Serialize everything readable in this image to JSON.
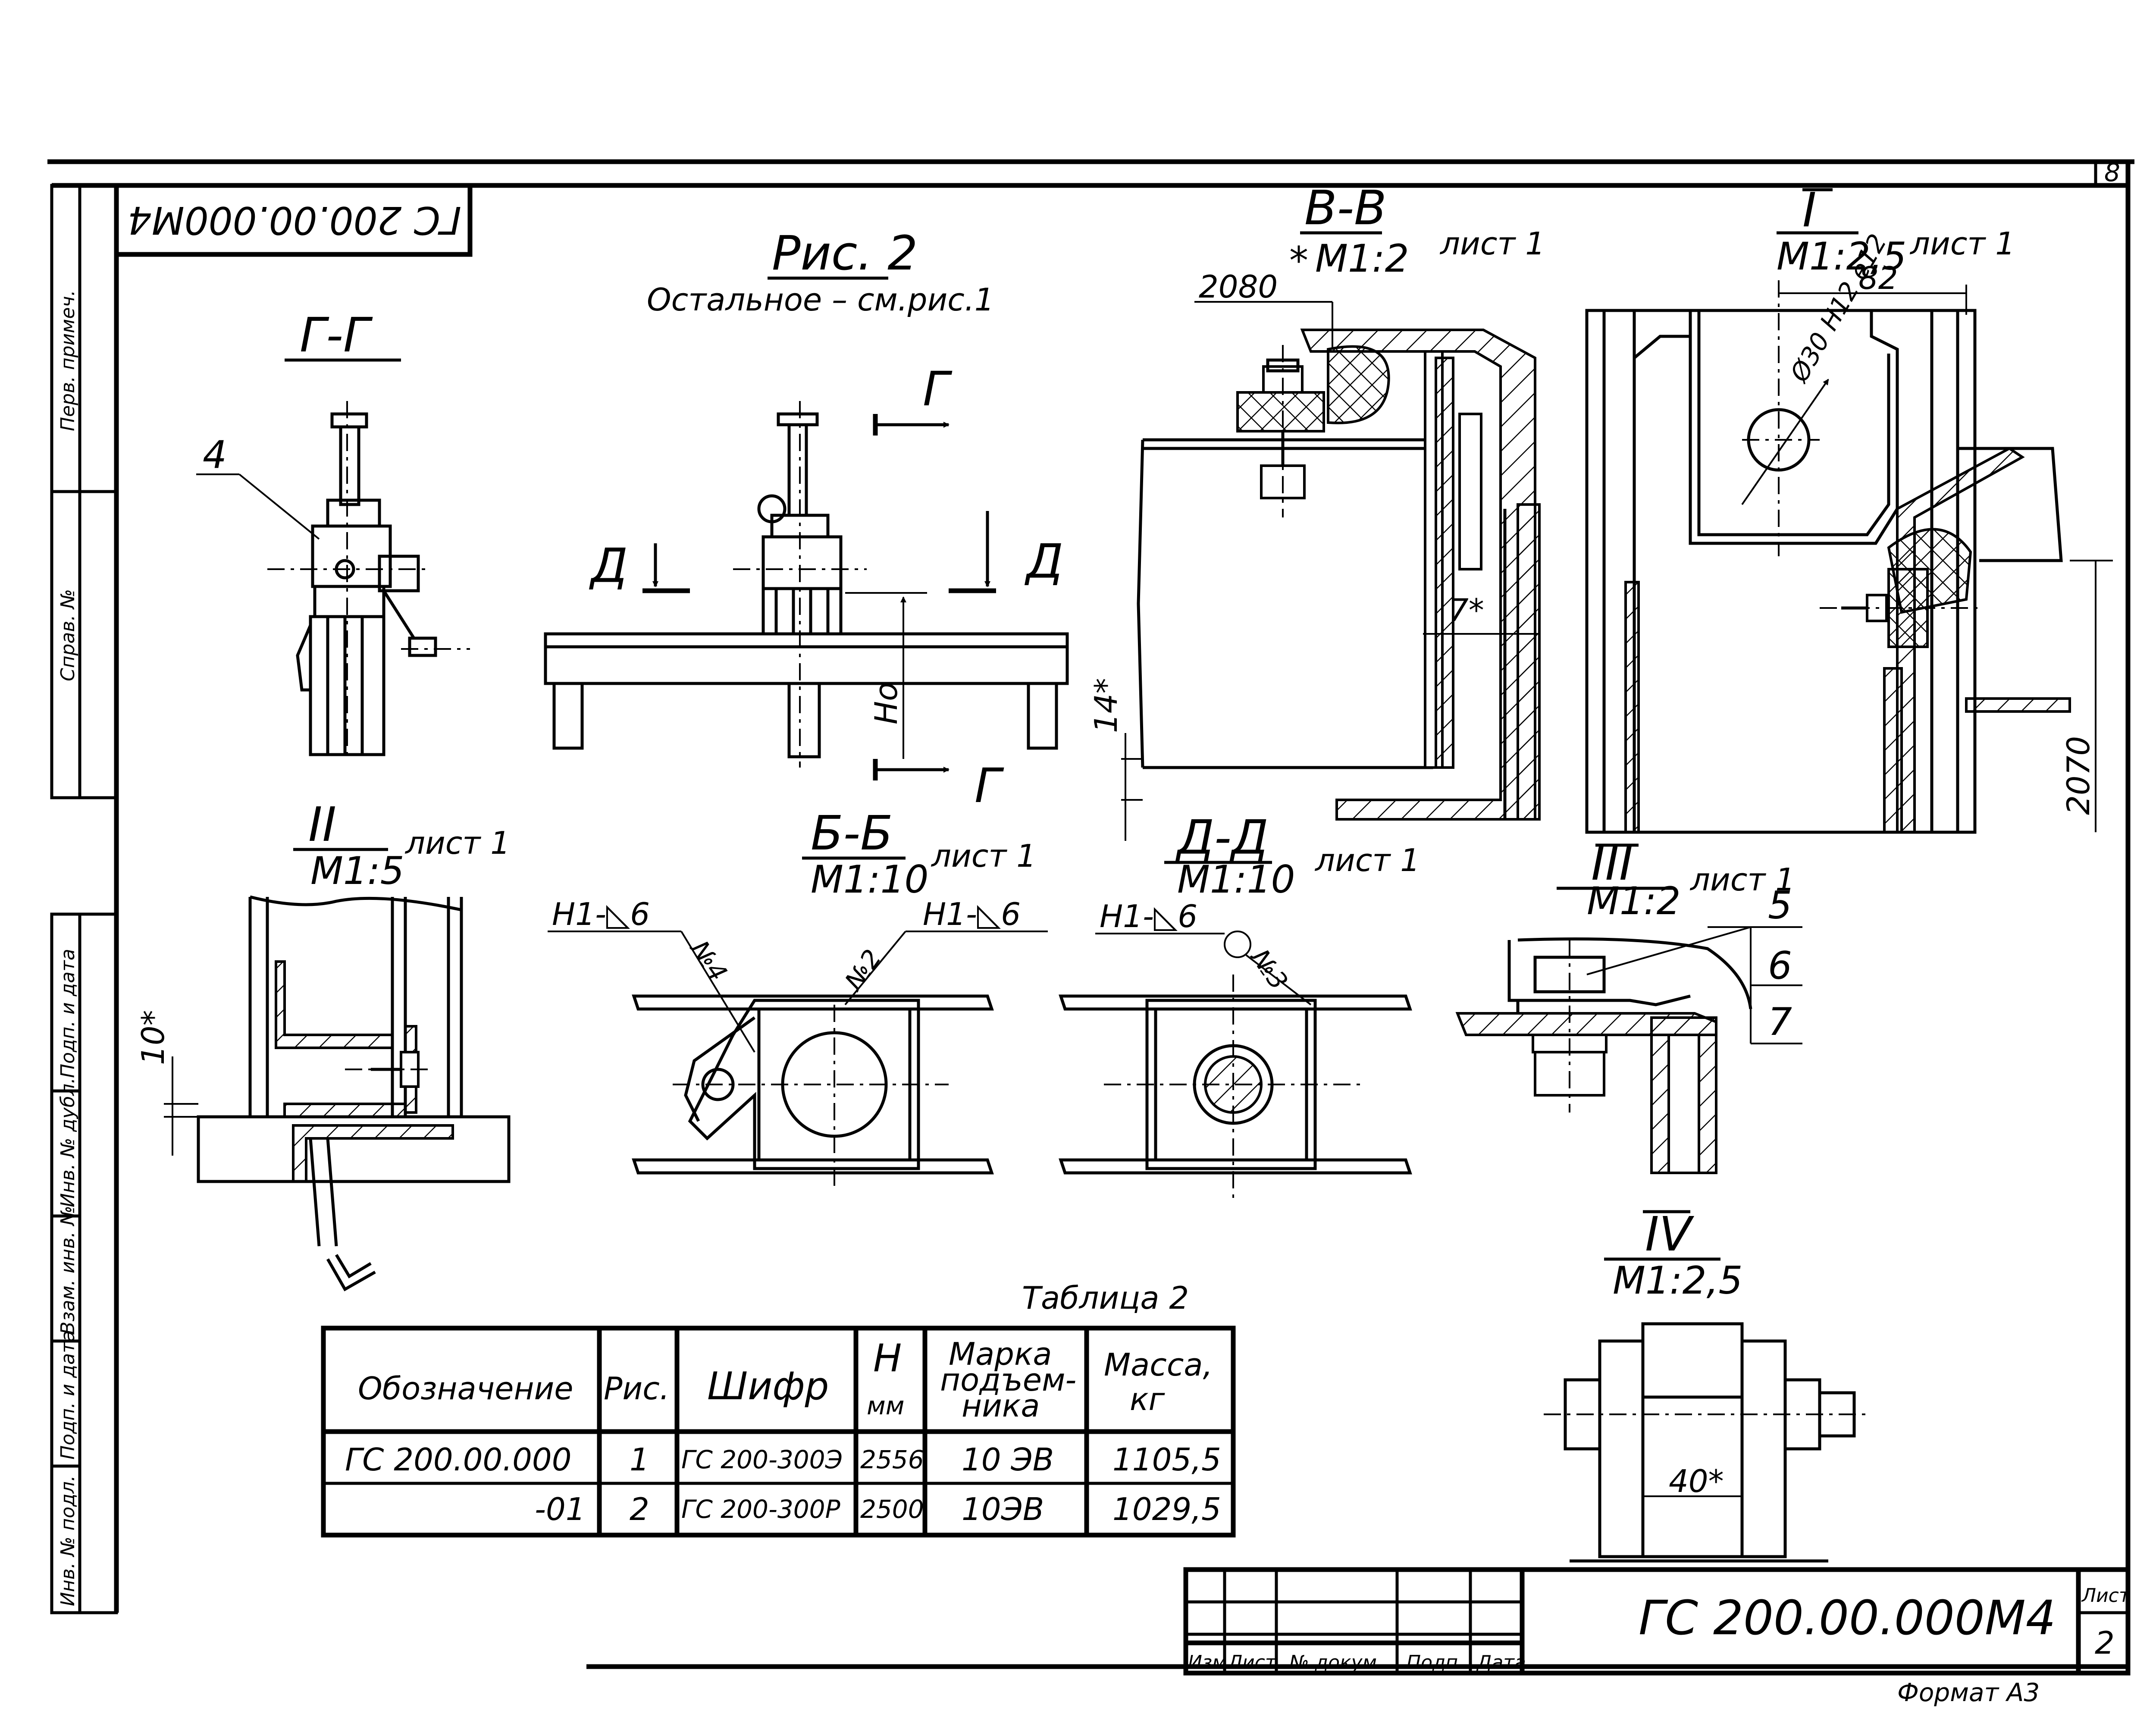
{
  "sheet_number_corner": "8",
  "drawing_code_rotated": "ГС 200.00.000М4",
  "fig_title": "Рис. 2",
  "fig_note": "Остальное – см.рис.1",
  "margin_labels": [
    "Перв. примеч.",
    "Справ. №",
    "Подп. и дата",
    "Инв. № дубл.",
    "Взам. инв. №",
    "Подп. и дата",
    "Инв. № подл."
  ],
  "views": {
    "gg": {
      "title": "Г-Г",
      "callout": "4"
    },
    "main": {
      "section_g": "Г",
      "section_d": "Д",
      "dim_h0": "Но"
    },
    "vv": {
      "title": "В-В",
      "scale": "М1:2",
      "sheet": "лист 1",
      "dim_2080": "2080",
      "dim_7": "7*",
      "dim_14": "14*",
      "star": "*"
    },
    "one": {
      "title": "I",
      "scale": "М1:2,5",
      "sheet": "лист 1",
      "dim_82": "82",
      "dim_dia": "Ø30 H12 e12",
      "dim_2070": "2070"
    },
    "two": {
      "title": "II",
      "scale": "М1:5",
      "sheet": "лист 1",
      "dim_10": "10*"
    },
    "bb": {
      "title": "Б-Б",
      "scale": "М1:10",
      "sheet": "лист 1",
      "weld_a": "Н1-◺6",
      "weld_b": "Н1-◺6",
      "seam_a": "№4",
      "seam_b": "№2"
    },
    "dd": {
      "title": "Д-Д",
      "scale": "М1:10",
      "sheet": "лист 1",
      "weld": "Н1-◺6",
      "seam": "№3"
    },
    "three": {
      "title": "III",
      "scale": "М1:2",
      "sheet": "лист 1",
      "callouts": [
        "5",
        "6",
        "7"
      ]
    },
    "four": {
      "title": "IV",
      "scale": "М1:2,5",
      "dim_40": "40*"
    }
  },
  "table": {
    "caption": "Таблица 2",
    "headers": [
      "Обозначение",
      "Рис.",
      "Шифр",
      "Н мм",
      "Марка подъем-ника",
      "Масса, кг"
    ],
    "header_h": "Н",
    "header_mm": "мм",
    "header_marka": [
      "Марка",
      "подъем-",
      "ника"
    ],
    "header_massa": [
      "Масса,",
      "кг"
    ],
    "rows": [
      [
        "ГС 200.00.000",
        "1",
        "ГС 200-300Э",
        "2556",
        "10 ЭВ",
        "1105,5"
      ],
      [
        "-01",
        "2",
        "ГС 200-300Р",
        "2500",
        "10ЭВ",
        "1029,5"
      ]
    ]
  },
  "title_block": {
    "designation": "ГС 200.00.000М4",
    "col_labels": [
      "Изм",
      "Лист",
      "№ докум.",
      "Подп.",
      "Дата"
    ],
    "sheet_label": "Лист",
    "sheet_number": "2",
    "format": "Формат А3"
  }
}
